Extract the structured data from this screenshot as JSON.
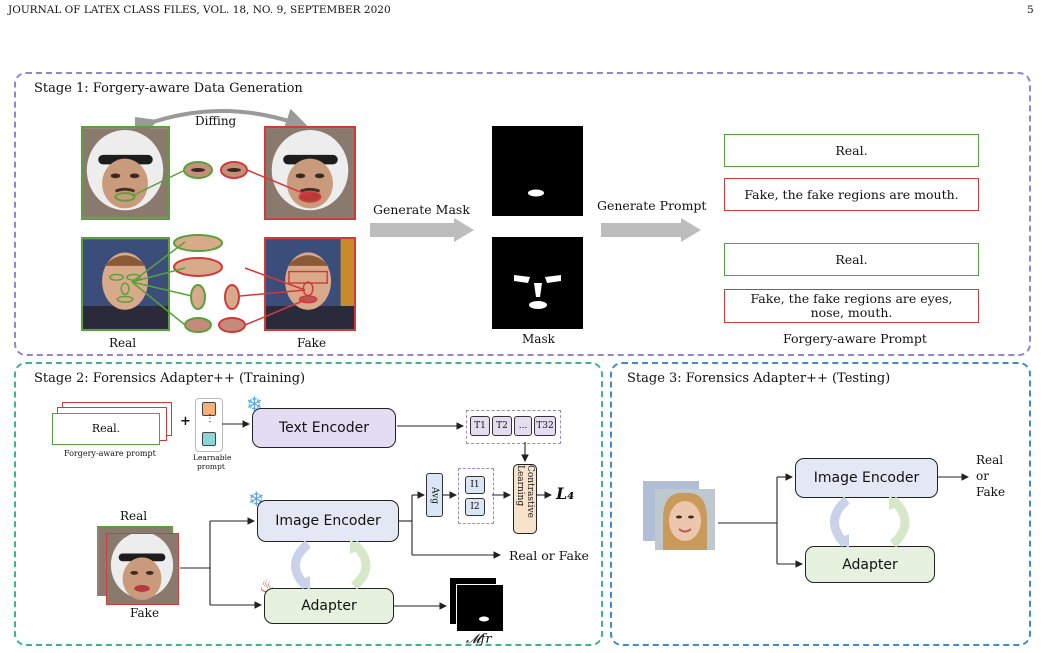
{
  "header": {
    "journal": "JOURNAL OF LATEX CLASS FILES, VOL. 18, NO. 9, SEPTEMBER 2020",
    "page_number": "5"
  },
  "stage1": {
    "title": "Stage 1: Forgery-aware Data Generation",
    "diffing_label": "Diffing",
    "real_label": "Real",
    "fake_label": "Fake",
    "generate_mask_label": "Generate Mask",
    "mask_label": "Mask",
    "generate_prompt_label": "Generate Prompt",
    "prompts": [
      "Real.",
      "Fake, the fake regions are mouth.",
      "Real.",
      "Fake, the fake regions are eyes, nose, mouth."
    ],
    "prompt_caption": "Forgery-aware Prompt"
  },
  "stage2": {
    "title": "Stage 2: Forensics Adapter++ (Training)",
    "prompt_card_text": "Real.",
    "prompt_caption": "Forgery-aware prompt",
    "plus_sign": "+",
    "learnable_dots": "⋮",
    "learnable_caption_1": "Learnable",
    "learnable_caption_2": "prompt",
    "text_encoder": "Text Encoder",
    "text_tokens": [
      "T1",
      "T2",
      "...",
      "T32"
    ],
    "avg_label": "Avg",
    "image_tokens": [
      "I1",
      "I2"
    ],
    "contrastive_label": "Contrastive Learning",
    "loss_label": "L₄",
    "real_label": "Real",
    "fake_label": "Fake",
    "image_encoder": "Image Encoder",
    "adapter": "Adapter",
    "output_label": "Real or Fake",
    "mask_output_label": "𝓜fr"
  },
  "stage3": {
    "title": "Stage 3: Forensics Adapter++ (Testing)",
    "image_encoder": "Image Encoder",
    "adapter": "Adapter",
    "output_line_1": "Real",
    "output_line_2": "or",
    "output_line_3": "Fake"
  },
  "colors": {
    "stage1_border": "#8f86d8",
    "stage2_border": "#3db391",
    "stage3_border": "#3a8ed0",
    "real_border": "#5aa03c",
    "fake_border": "#d23a3a",
    "text_encoder_fill": "#e3dcf3",
    "image_encoder_fill": "#e4e8f5",
    "adapter_fill": "#e6f1df",
    "contrastive_fill": "#f8e2cc",
    "arrow_gray": "#bdbdbd"
  }
}
